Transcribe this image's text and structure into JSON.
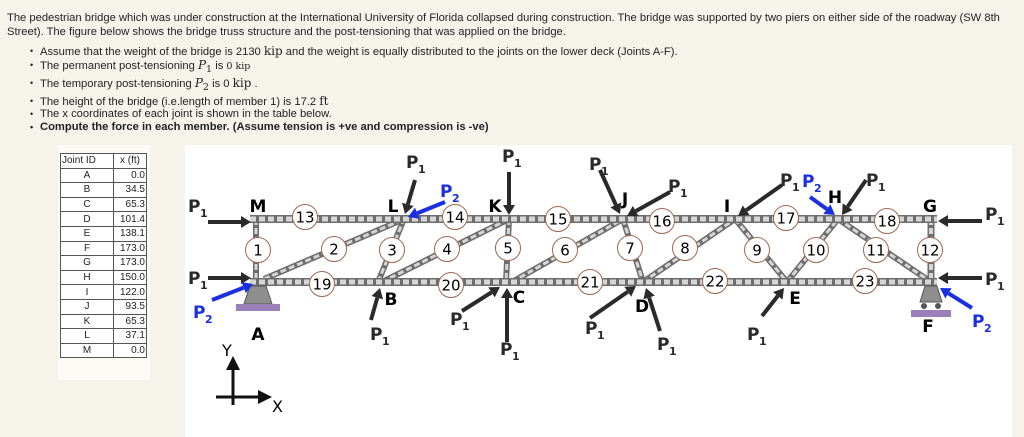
{
  "intro": "The pedestrian bridge which was under construction at the International University of Florida collapsed during construction. The bridge was supported by two piers on either side of the roadway (SW 8th Street). The figure below shows the bridge truss structure and the post-tensioning that was applied on the bridge.",
  "bullets": {
    "b1_pre": "Assume that the weight of the bridge is 2130 ",
    "b1_unit": "kip",
    "b1_post": " and the weight is equally distributed to the joints on the lower deck (Joints A-F).",
    "b2_pre": "The permanent post-tensioning ",
    "b2_var": "P",
    "b2_sub": "1",
    "b2_mid": " is ",
    "b2_val": "0 kip",
    "b3_pre": "The temporary post-tensioning ",
    "b3_var": "P",
    "b3_sub": "2",
    "b3_mid": " is 0 ",
    "b3_unit": "kip",
    "b3_post": " .",
    "b4_pre": "The height of the bridge (i.e.length of member 1) is 17.2 ",
    "b4_unit": "ft",
    "b5": "The x coordinates of each joint is shown in the table below.",
    "b6": "Compute the force in each member. (Assume tension is +ve and compression is -ve)"
  },
  "table": {
    "headers": [
      "Joint ID",
      "x (ft)"
    ],
    "rows": [
      [
        "A",
        "0.0"
      ],
      [
        "B",
        "34.5"
      ],
      [
        "C",
        "65.3"
      ],
      [
        "D",
        "101.4"
      ],
      [
        "E",
        "138.1"
      ],
      [
        "F",
        "173.0"
      ],
      [
        "G",
        "173.0"
      ],
      [
        "H",
        "150.0"
      ],
      [
        "I",
        "122.0"
      ],
      [
        "J",
        "93.5"
      ],
      [
        "K",
        "65.3"
      ],
      [
        "L",
        "37.1"
      ],
      [
        "M",
        "0.0"
      ]
    ]
  },
  "diagram": {
    "joints": [
      "M",
      "L",
      "K",
      "J",
      "I",
      "H",
      "G",
      "A",
      "B",
      "C",
      "D",
      "E",
      "F"
    ],
    "members": [
      "1",
      "2",
      "3",
      "4",
      "5",
      "6",
      "7",
      "8",
      "9",
      "10",
      "11",
      "12",
      "13",
      "14",
      "15",
      "16",
      "17",
      "18",
      "19",
      "20",
      "21",
      "22",
      "23"
    ],
    "axes": {
      "x": "X",
      "y": "Y"
    },
    "forces": [
      {
        "symbol": "P",
        "subscript": "1"
      },
      {
        "symbol": "P",
        "subscript": "1"
      },
      {
        "symbol": "P",
        "subscript": "2"
      },
      {
        "symbol": "P",
        "subscript": "1"
      },
      {
        "symbol": "P",
        "subscript": "2"
      },
      {
        "symbol": "P",
        "subscript": "1"
      },
      {
        "symbol": "P",
        "subscript": "1"
      },
      {
        "symbol": "P",
        "subscript": "1"
      },
      {
        "symbol": "P",
        "subscript": "1"
      },
      {
        "symbol": "P",
        "subscript": "1"
      },
      {
        "symbol": "P",
        "subscript": "1"
      },
      {
        "symbol": "P",
        "subscript": "1"
      },
      {
        "symbol": "P",
        "subscript": "1"
      },
      {
        "symbol": "P",
        "subscript": "1"
      },
      {
        "symbol": "P",
        "subscript": "2"
      },
      {
        "symbol": "P",
        "subscript": "1"
      },
      {
        "symbol": "P",
        "subscript": "1"
      },
      {
        "symbol": "P",
        "subscript": "1"
      },
      {
        "symbol": "P",
        "subscript": "2"
      },
      {
        "symbol": "P",
        "subscript": "1"
      }
    ],
    "colors": {
      "p1": "#2a2a2a",
      "p2": "#1a2fe0",
      "member_circle": "#a0684f",
      "support": "#8e8e8e",
      "ground": "#9a80b8"
    }
  }
}
